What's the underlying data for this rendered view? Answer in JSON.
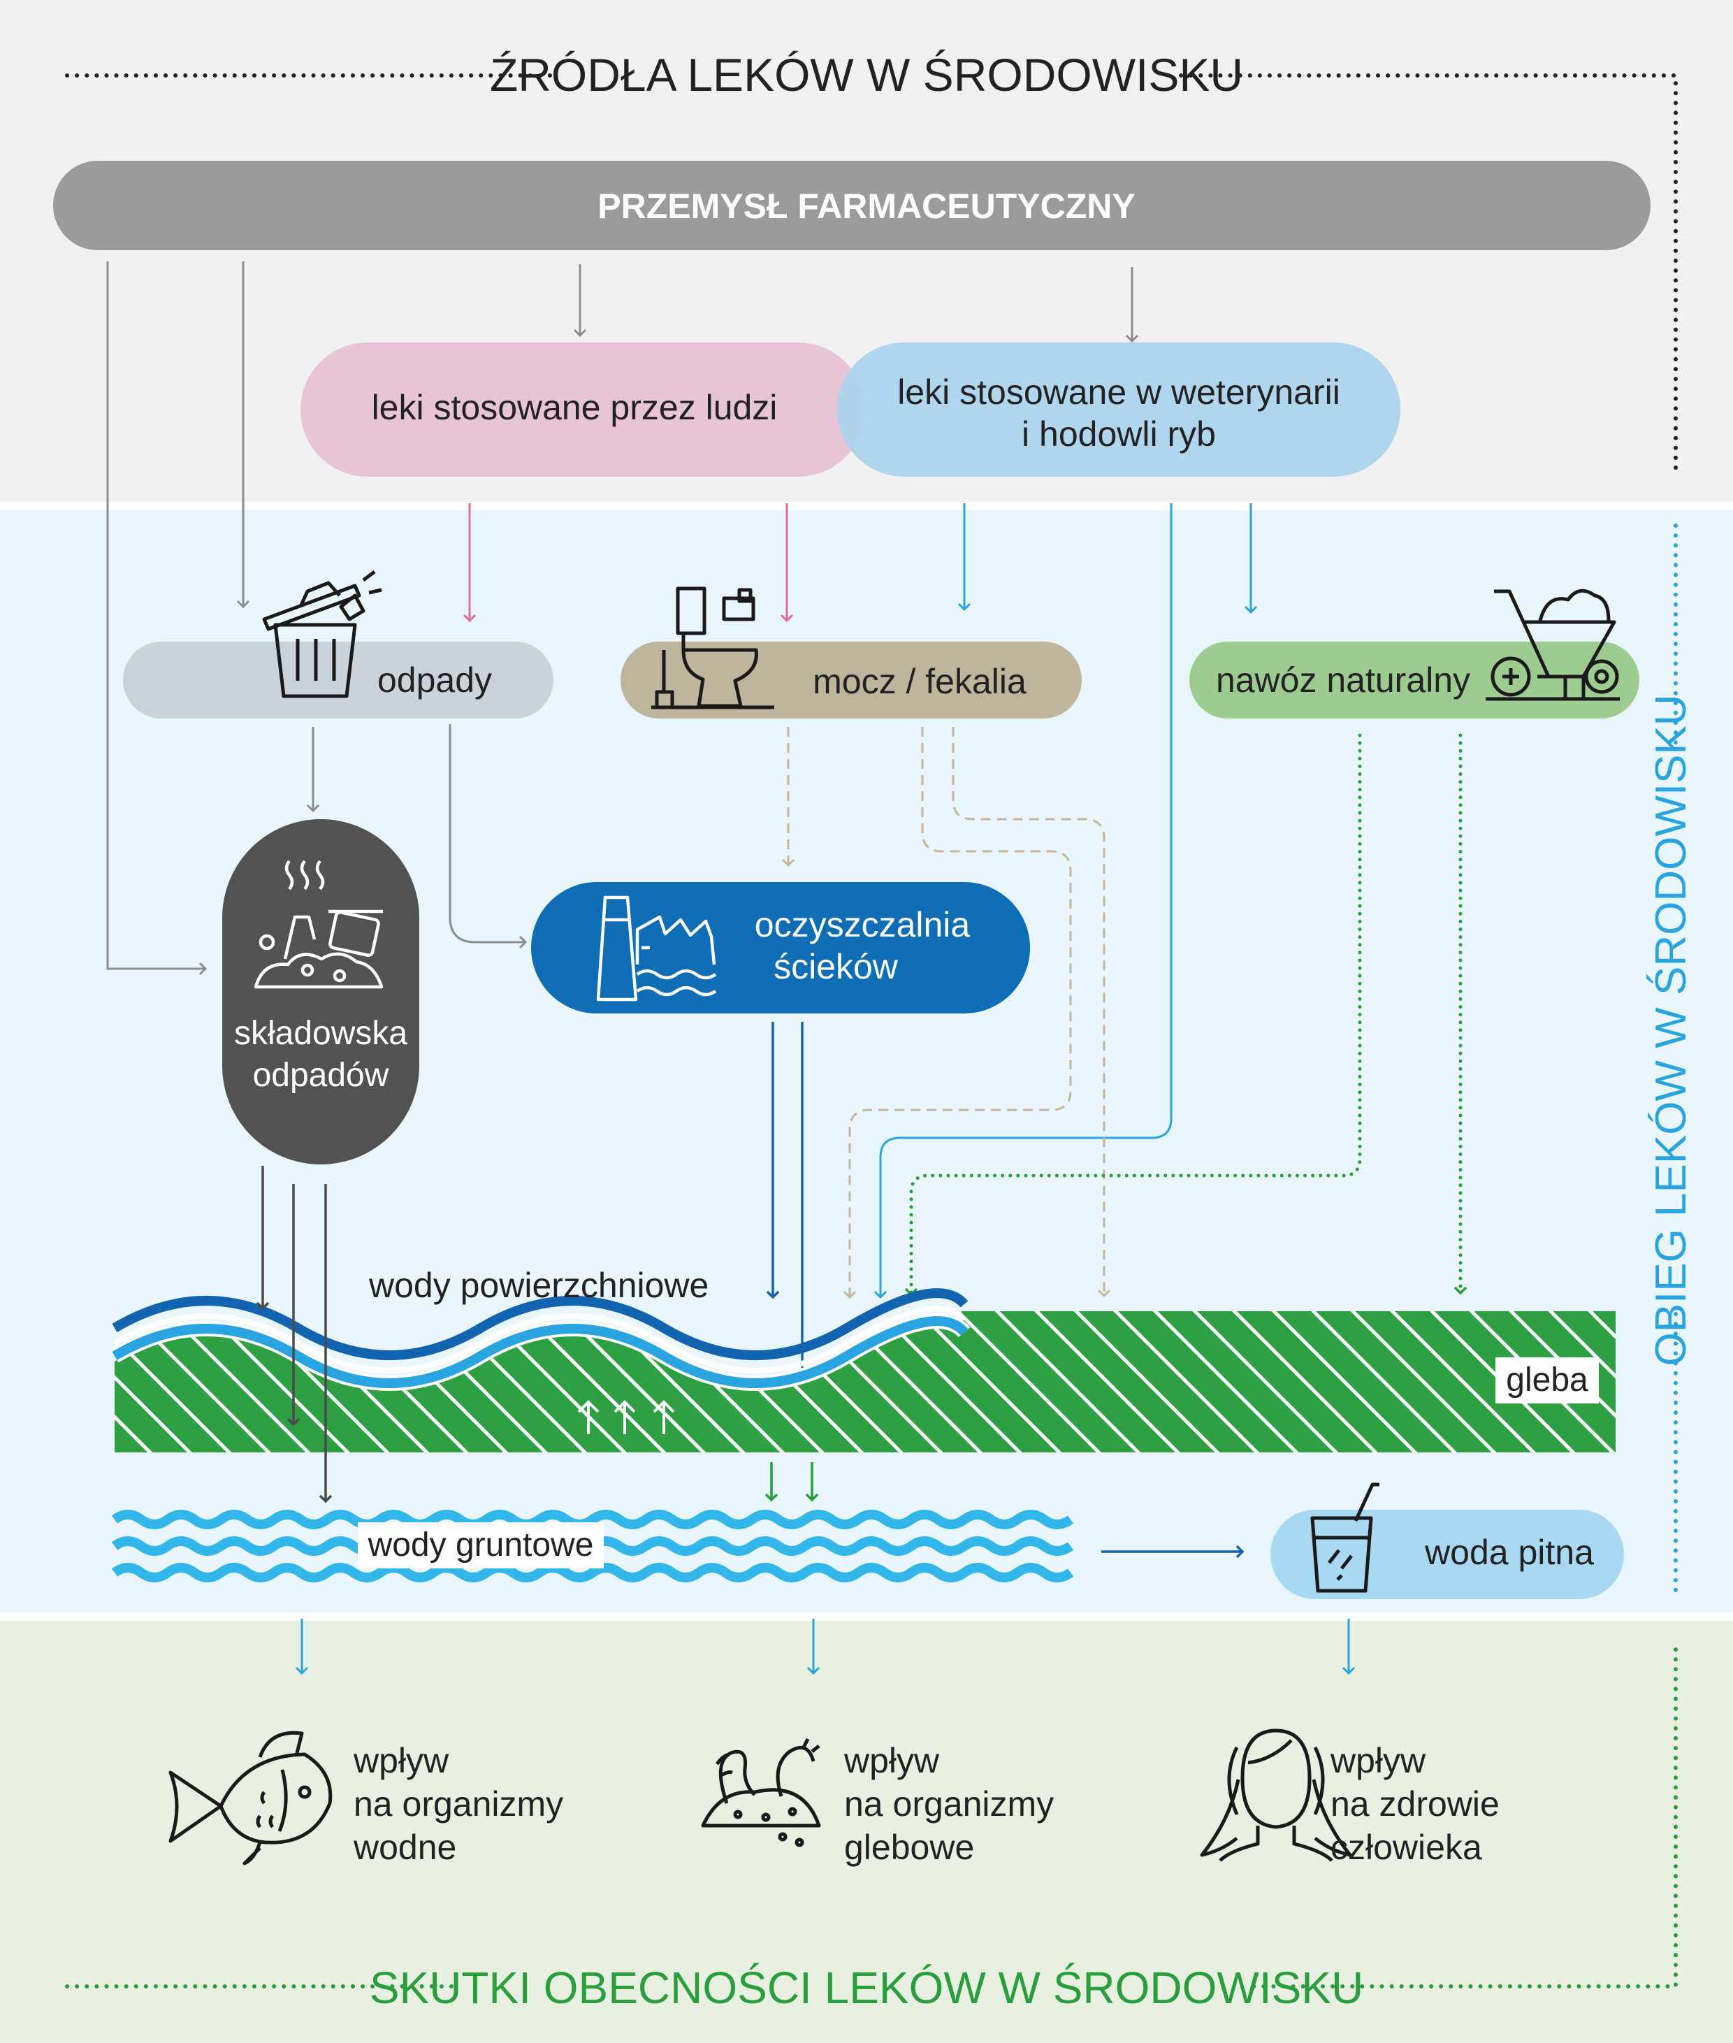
{
  "sections": {
    "sources_title": "ŹRÓDŁA LEKÓW W ŚRODOWISKU",
    "cycle_title": "OBIEG LEKÓW W ŚRODOWISKU",
    "effects_title": "SKUTKI OBECNOŚCI LEKÓW W ŚRODOWISKU"
  },
  "nodes": {
    "industry": "PRZEMYSŁ FARMACEUTYCZNY",
    "human_drugs": "leki stosowane przez ludzi",
    "vet_drugs_line1": "leki stosowane w weterynarii",
    "vet_drugs_line2": "i hodowli ryb",
    "waste": "odpady",
    "urine": "mocz / fekalia",
    "manure": "nawóz naturalny",
    "landfill_line1": "składowska",
    "landfill_line2": "odpadów",
    "sewage_line1": "oczyszczalnia",
    "sewage_line2": "ścieków",
    "surface_water": "wody powierzchniowe",
    "soil": "gleba",
    "groundwater": "wody gruntowe",
    "drinking_water": "woda pitna"
  },
  "effects": {
    "aquatic": [
      "wpływ",
      "na organizmy",
      "wodne"
    ],
    "soil": [
      "wpływ",
      "na organizmy",
      "glebowe"
    ],
    "human": [
      "wpływ",
      "na zdrowie",
      "człowieka"
    ]
  },
  "colors": {
    "gray": "#8d8d8d",
    "pink": "#e36aa5",
    "blue_light": "#2aa4e0",
    "blue_dark": "#1562ab",
    "tan": "#c7b59a",
    "green": "#2a9d3d",
    "dark": "#4a4a4a"
  }
}
